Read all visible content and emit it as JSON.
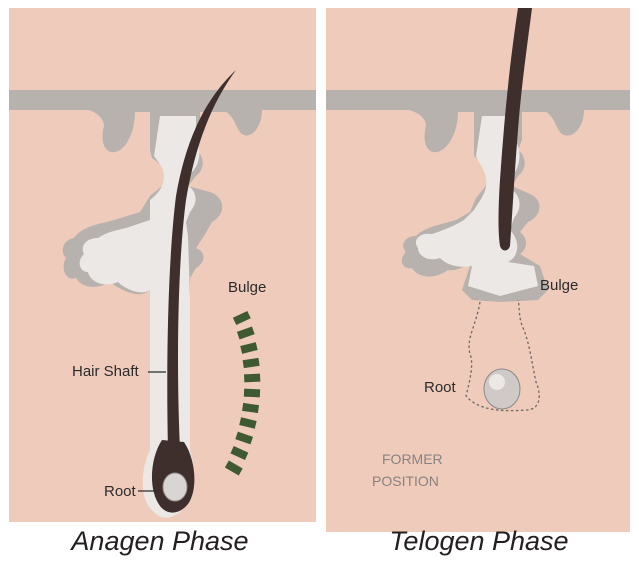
{
  "panels": [
    {
      "caption": "Anagen Phase",
      "labels": {
        "bulge": "Bulge",
        "hair_shaft": "Hair Shaft",
        "root": "Root"
      }
    },
    {
      "caption": "Telogen Phase",
      "labels": {
        "bulge": "Bulge",
        "root": "Root",
        "former_position_1": "FORMER",
        "former_position_2": "POSITION"
      }
    }
  ],
  "colors": {
    "skin": "#efcbbb",
    "epidermis": "#b8b2ae",
    "follicle_fill": "#ebe8e6",
    "hair": "#3e2f2c",
    "bulge_marker": "#3f5a32"
  }
}
